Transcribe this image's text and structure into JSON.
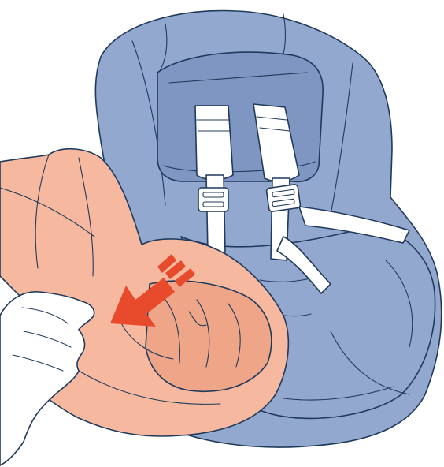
{
  "illustration": {
    "subject": "child-car-seat-cover-removal",
    "colors": {
      "seat_fill": "#93a8cf",
      "seat_shadow": "#7f96c2",
      "cover_fill": "#f6b9a0",
      "cover_shadow": "#eea588",
      "strap_fill": "#ffffff",
      "outline": "#1f3a5a",
      "arrow": "#e84a2c",
      "hand_fill": "#ffffff"
    },
    "arrow_direction": "down-left",
    "icons": [
      "car-seat",
      "harness-straps",
      "buckle",
      "seat-cover",
      "hand",
      "pull-arrow"
    ]
  }
}
